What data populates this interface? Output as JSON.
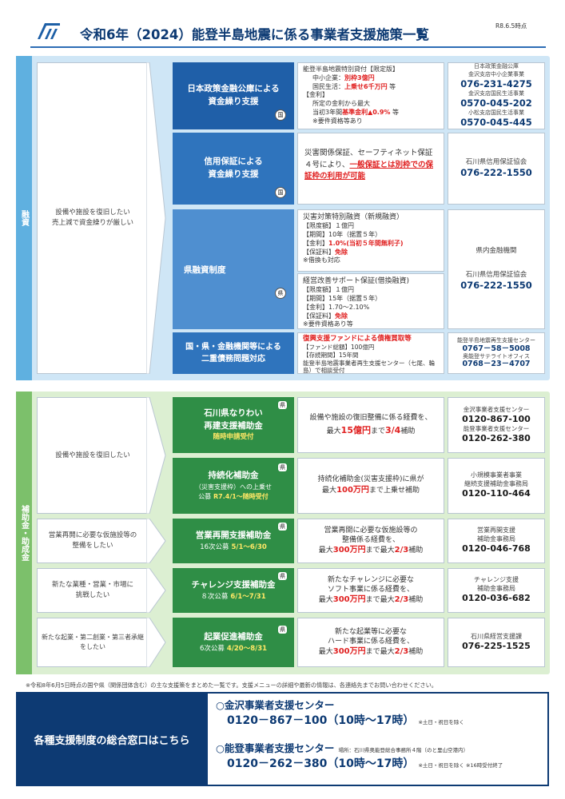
{
  "header": {
    "title": "令和6年（2024）能登半島地震に係る事業者支援施策一覧",
    "date": "R8.6.5時点"
  },
  "financing": {
    "side_label": "融資",
    "condition": "設備や施設を復旧したい\n売上減で資金繰りが厳しい",
    "rows": [
      {
        "program": "日本政策金融公庫による\n資金繰り支援",
        "badge": "国",
        "detail": {
          "line1": "能登半島地震特別貸付【限定版】",
          "line2a": "中小企業：",
          "line2b": "別枠3億円",
          "line3a": "国民生活：",
          "line3b": "上乗せ6千万円",
          "line3c": " 等",
          "line4": "【金利】",
          "line5": "所定の金利から最大",
          "line6a": "当初3年間",
          "line6b": "基準金利▲0.9%",
          "line6c": " 等",
          "line7": "※要件資格等あり"
        },
        "contacts": [
          {
            "name": "日本政策金融公庫\n金沢支店中小企業事業",
            "phone": "076-231-4275"
          },
          {
            "name": "金沢支店国民生活事業",
            "phone": "0570-045-202"
          },
          {
            "name": "小松支店国民生活事業",
            "phone": "0570-045-445"
          }
        ]
      },
      {
        "program": "信用保証による\n資金繰り支援",
        "badge": "国",
        "detail": {
          "text1": "災害関係保証、セーフティネット保証４号により、",
          "text2": "一般保証とは別枠での保証枠の利用が可能"
        },
        "contact_name": "石川県信用保証協会",
        "contact_phone": "076-222-1550"
      },
      {
        "program": "県融資制度",
        "badge": "県",
        "detail_a": {
          "title": "災害対策特別融資（新規融資）",
          "l1": "【限度額】１億円",
          "l2": "【期間】10年（据置５年）",
          "l3a": "【金利】",
          "l3b": "1.0%(当初５年間無利子)",
          "l4a": "【保証料】",
          "l4b": "免除",
          "l5": "※借換も対応"
        },
        "detail_b": {
          "title": "経営改善サポート保証(借換融資)",
          "l1": "【限度額】１億円",
          "l2": "【期間】15年（据置５年）",
          "l3": "【金利】1.70～2.10%",
          "l4a": "【保証料】",
          "l4b": "免除",
          "l5": "※要件資格あり等"
        },
        "contact_a": "県内金融機関",
        "contact_name": "石川県信用保証協会",
        "contact_phone": "076-222-1550"
      },
      {
        "program": "国・県・金融機関等による\n二重債務問題対応",
        "detail": {
          "title": "復興支援ファンドによる債権買取等",
          "l1": "【ファンド総額】100億円",
          "l2": "【存続期間】15年間",
          "l3": "能登半島地震事業者再生支援センター（七尾、輪島）で相談受付"
        },
        "contacts": [
          {
            "name": "能登半島地震再生支援センター",
            "phone": "0767－58－5008"
          },
          {
            "name": "奥能登サテライトオフィス",
            "phone": "0768－23－4707"
          }
        ]
      }
    ]
  },
  "subsidy": {
    "side_label": "補助金・助成金",
    "rows": [
      {
        "condition": "設備や施設を復旧したい",
        "program": "石川県なりわい\n再建支援補助金",
        "badge": "県",
        "sub": "随時申請受付",
        "desc1": "設備や施設の復旧整備に係る経費を、",
        "desc2a": "最大",
        "desc2b": "15億円",
        "desc2c": "まで",
        "desc2d": "3/4",
        "desc2e": "補助",
        "contacts": [
          {
            "name": "金沢事業者支援センター",
            "phone": "0120-867-100"
          },
          {
            "name": "能登事業者支援センター",
            "phone": "0120-262-380"
          }
        ]
      },
      {
        "program": "持続化補助金",
        "program_sub": "（災害支援枠）への上乗せ",
        "badge": "県",
        "sub_a": "公募",
        "sub_b": "R7.4/1～随時受付",
        "desc1": "持続化補助金(災害支援枠)に県が",
        "desc2a": "最大",
        "desc2b": "100万円",
        "desc2c": "まで上乗せ補助",
        "contact_name": "小規模事業者事業\n継続支援補助金事務局",
        "contact_phone": "0120-110-464"
      },
      {
        "condition": "営業再開に必要な仮施設等の\n整備をしたい",
        "program": "営業再開支援補助金",
        "badge": "県",
        "sub_a": "16次公募",
        "sub_b": "5/1～6/30",
        "desc1": "営業再開に必要な仮施設等の",
        "desc2": "整備係る経費を、",
        "desc3a": "最大",
        "desc3b": "300万円",
        "desc3c": "まで最大",
        "desc3d": "2/3",
        "desc3e": "補助",
        "contact_name": "営業再開支援\n補助金事務局",
        "contact_phone": "0120-046-768"
      },
      {
        "condition": "新たな業種・営業・市場に\n挑戦したい",
        "program": "チャレンジ支援補助金",
        "badge": "県",
        "sub_a": "８次公募",
        "sub_b": "6/1～7/31",
        "desc1": "新たなチャレンジに必要な",
        "desc2": "ソフト事業に係る経費を、",
        "desc3a": "最大",
        "desc3b": "300万円",
        "desc3c": "まで最大",
        "desc3d": "2/3",
        "desc3e": "補助",
        "contact_name": "チャレンジ支援\n補助金事務局",
        "contact_phone": "0120-036-682"
      },
      {
        "condition": "新たな起業・第二創業・第三者承継\nをしたい",
        "program": "起業促進補助金",
        "badge": "県",
        "sub_a": "6次公募",
        "sub_b": "4/20～8/31",
        "desc1": "新たな起業等に必要な",
        "desc2": "ハード事業に係る経費を、",
        "desc3a": "最大",
        "desc3b": "300万円",
        "desc3c": "まで最大",
        "desc3d": "2/3",
        "desc3e": "補助",
        "contact_name": "石川県経営支援課",
        "contact_phone": "076-225-1525"
      }
    ]
  },
  "note": "※令和8年6月5日時点の国や県（関係団体含む）の主な支援策をまとめた一覧です。支援メニューの詳細や最新の情報は、各連絡先までお問い合わせください。",
  "footer": {
    "left": "各種支援制度の総合窓口はこちら",
    "kanazawa_name": "○金沢事業者支援センター",
    "kanazawa_phone": "0120－867－100（10時～17時）",
    "kanazawa_note": "※土日・祝日を除く",
    "noto_name": "○能登事業者支援センター",
    "noto_place": "場所：石川県奥能登総合事務所４階（のと里山空港内）",
    "noto_phone": "0120－262－380（10時～17時）",
    "noto_note": "※土日・祝日を除く ※16時受付終了"
  }
}
